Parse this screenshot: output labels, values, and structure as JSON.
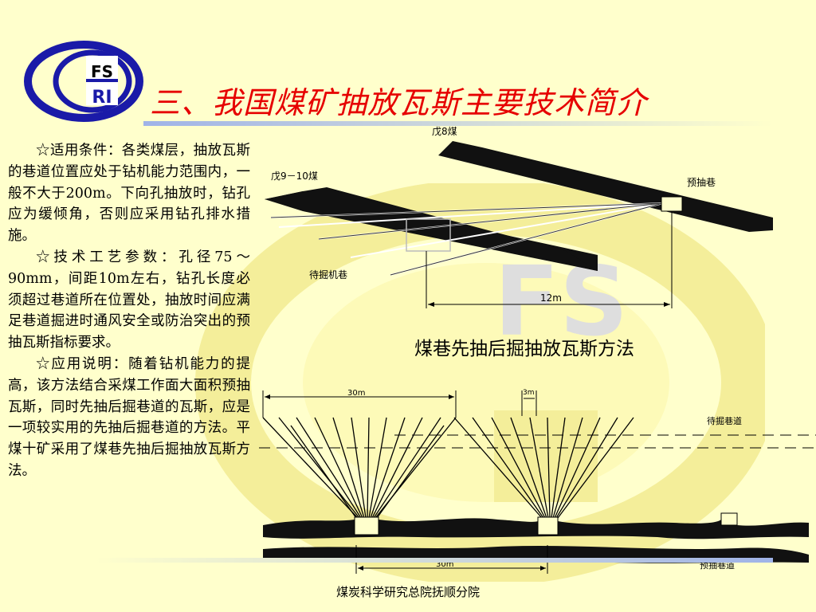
{
  "header": {
    "title": "三、我国煤矿抽放瓦斯主要技术简介",
    "logo_top": "FS",
    "logo_bottom": "RI"
  },
  "watermark": {
    "text": "FS"
  },
  "body": {
    "paragraph1": "☆适用条件：各类煤层，抽放瓦斯的巷道位置应处于钻机能力范围内，一般不大于200m。下向孔抽放时，钻孔应为缓倾角，否则应采用钻孔排水措施。",
    "paragraph2": "☆技术工艺参数：孔径75～90mm，间距10m左右，钻孔长度必须超过巷道所在位置处，抽放时间应满足巷道掘进时通风安全或防治突出的预抽瓦斯指标要求。",
    "paragraph3": "☆应用说明：随着钻机能力的提高，该方法结合采煤工作面大面积预抽瓦斯，同时先抽后掘巷道的瓦斯，应是一项较实用的先抽后掘巷道的方法。平煤十矿采用了煤巷先抽后掘抽放瓦斯方法。"
  },
  "diagram1": {
    "label_seam_upper": "戊8煤",
    "label_seam_lower": "戊9－10煤",
    "label_pre_drain_roadway": "预抽巷",
    "label_pending_roadway": "待掘机巷",
    "label_distance": "12m",
    "caption": "煤巷先抽后掘抽放瓦斯方法"
  },
  "diagram2": {
    "label_spacing": "30m",
    "label_gap": "3m",
    "label_pending_roadway": "待掘巷道",
    "label_bottom_spacing": "30m",
    "label_pre_drain_roadway": "预抽巷道"
  },
  "footer": {
    "text": "煤炭科学研究总院抚顺分院"
  },
  "colors": {
    "background": "#ffffcc",
    "title": "#e60000",
    "logo_blue": "#1a1aa8",
    "accent_rule": "#9fb3e8"
  }
}
